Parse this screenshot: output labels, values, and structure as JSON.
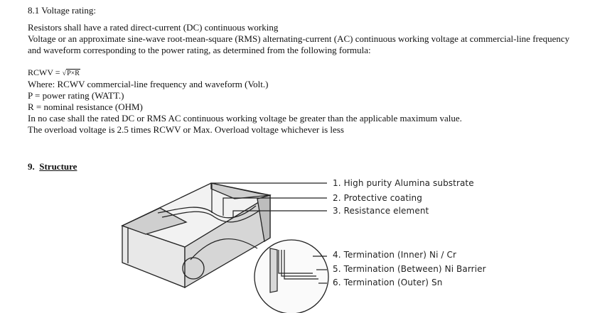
{
  "section8": {
    "heading": "8.1 Voltage rating:",
    "p1": "Resistors shall have a rated direct-current (DC) continuous working",
    "p2": "Voltage or an approximate sine-wave root-mean-square (RMS) alternating-current (AC) continuous working voltage at commercial-line frequency",
    "p3": "and waveform corresponding to the power rating, as determined from the following formula:",
    "formula_lhs": "RCWV = ",
    "formula_root": "√",
    "formula_inner": "P×R",
    "where": "Where: RCWV commercial-line frequency and waveform (Volt.)",
    "p_def": "P = power rating (WATT.)",
    "r_def": "R = nominal resistance (OHM)",
    "no_case": "In no case shall the rated DC or RMS AC continuous working voltage be greater than the applicable maximum value.",
    "overload": "The overload voltage is 2.5 times RCWV or Max. Overload voltage whichever is less"
  },
  "section9": {
    "number": "9.",
    "title": "Structure",
    "labels": [
      "1. High purity Alumina substrate",
      "2. Protective coating",
      "3. Resistance element",
      "4. Termination (Inner) Ni / Cr",
      "5. Termination (Between) Ni Barrier",
      "6. Termination (Outer) Sn"
    ]
  }
}
